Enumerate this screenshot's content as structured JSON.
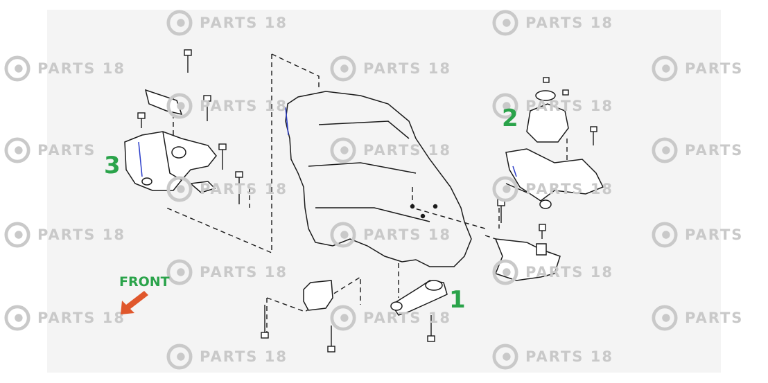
{
  "watermark": {
    "text": "PARTS 18",
    "text_cut": "PARTS",
    "text_mid": "PARTS 18"
  },
  "callouts": {
    "part1": "1",
    "part2": "2",
    "part3": "3"
  },
  "direction": {
    "label": "FRONT",
    "arrow_color": "#e0572c"
  },
  "colors": {
    "callout": "#2aa34a",
    "line": "#1a1a1a",
    "accent_blue": "#2a3cc9",
    "watermark": "#c9c9c9"
  }
}
